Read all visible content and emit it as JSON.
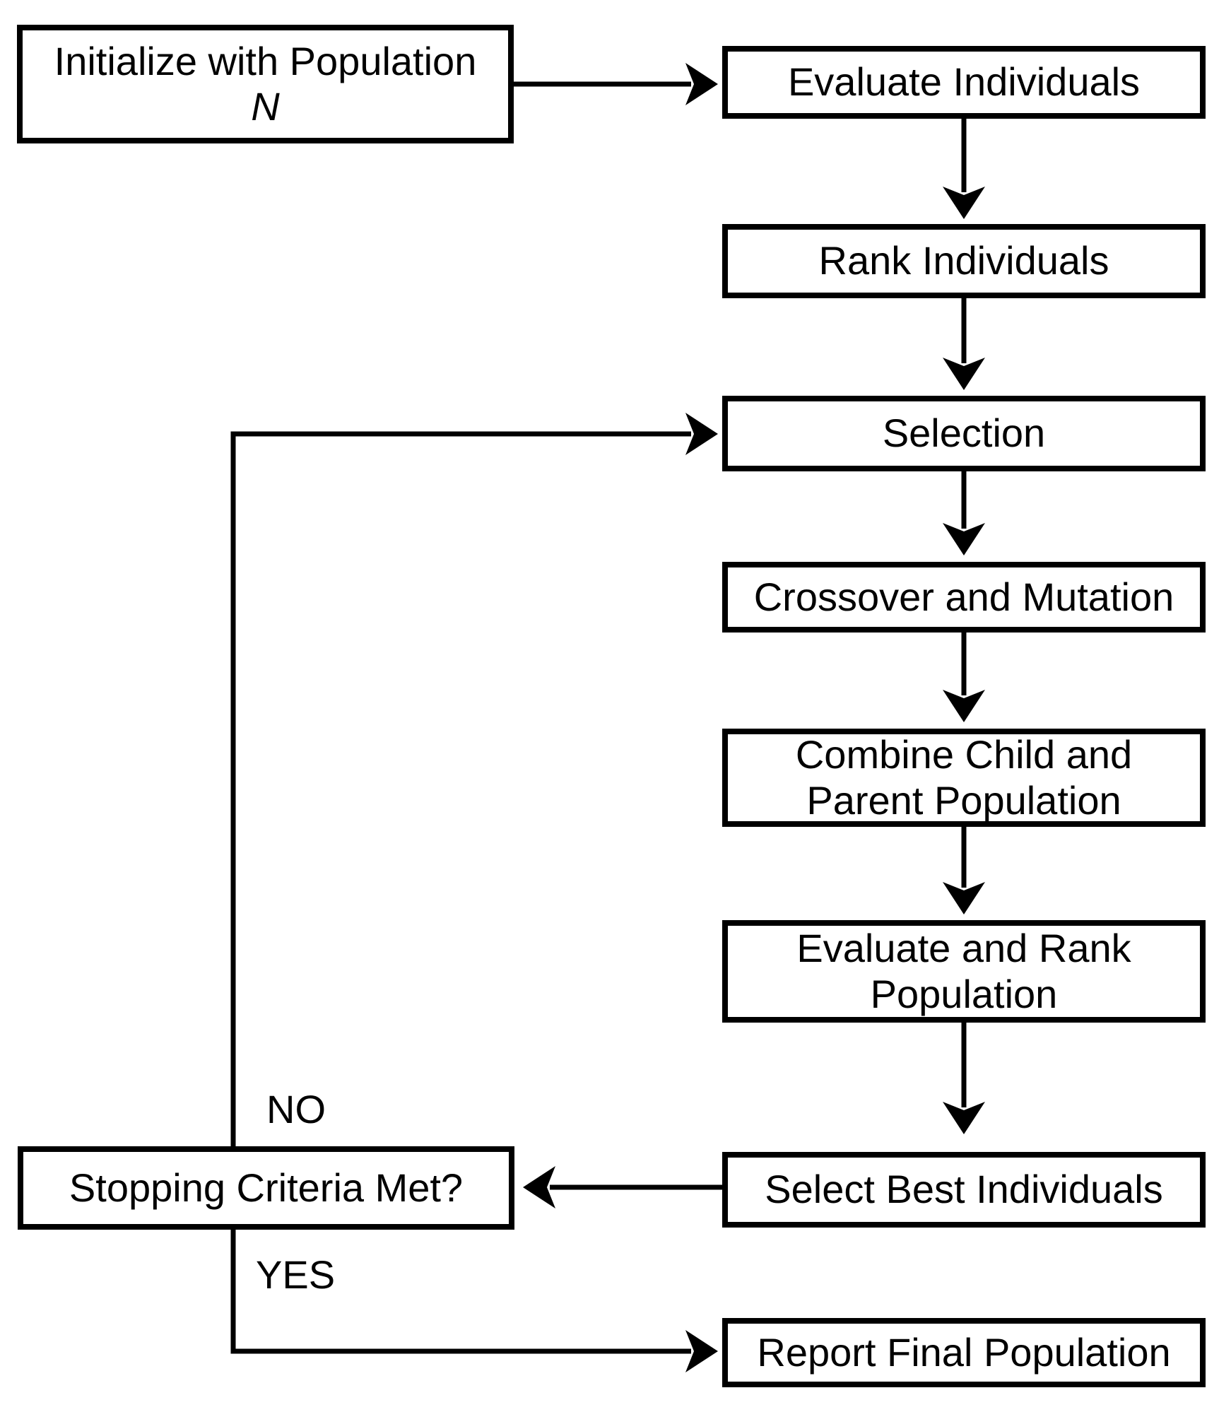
{
  "diagram": {
    "type": "flowchart",
    "background_color": "#ffffff",
    "line_color": "#000000",
    "nodes": {
      "init": {
        "lines": [
          "Initialize with Population",
          "N"
        ]
      },
      "evaluate": {
        "label": "Evaluate Individuals"
      },
      "rank": {
        "label": "Rank Individuals"
      },
      "selection": {
        "label": "Selection"
      },
      "crossover": {
        "label": "Crossover and Mutation"
      },
      "combine": {
        "lines": [
          "Combine Child and",
          "Parent Population"
        ]
      },
      "evalrank": {
        "lines": [
          "Evaluate and Rank",
          "Population"
        ]
      },
      "selectbest": {
        "label": "Select Best Individuals"
      },
      "stopping": {
        "label": "Stopping Criteria Met?"
      },
      "report": {
        "label": "Report Final Population"
      }
    },
    "edge_labels": {
      "no": "NO",
      "yes": "YES"
    }
  }
}
